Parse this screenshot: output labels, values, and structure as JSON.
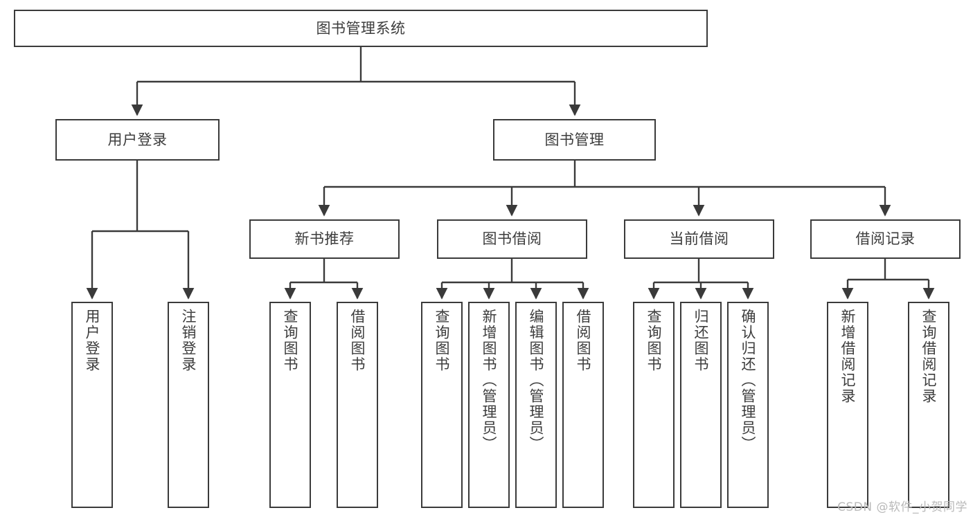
{
  "diagram": {
    "title": "图书管理系统",
    "type": "function-structure-tree",
    "watermark": "CSDN @软件_小贺同学",
    "colors": {
      "stroke": "#3a3a3a",
      "text": "#3c3c3c",
      "background": "#ffffff",
      "watermark": "#b9b9b9"
    },
    "root": {
      "label": "图书管理系统"
    },
    "level1": [
      {
        "label": "用户登录"
      },
      {
        "label": "图书管理"
      }
    ],
    "level2": [
      {
        "label": "新书推荐"
      },
      {
        "label": "图书借阅"
      },
      {
        "label": "当前借阅"
      },
      {
        "label": "借阅记录"
      }
    ],
    "leaves": {
      "user_login": [
        {
          "label": "用户登录"
        },
        {
          "label": "注销登录"
        }
      ],
      "new_book": [
        {
          "label": "查询图书"
        },
        {
          "label": "借阅图书"
        }
      ],
      "book_borrow": [
        {
          "label": "查询图书"
        },
        {
          "label": "新增图书（管理员）"
        },
        {
          "label": "编辑图书（管理员）"
        },
        {
          "label": "借阅图书"
        }
      ],
      "current_borrow": [
        {
          "label": "查询图书"
        },
        {
          "label": "归还图书"
        },
        {
          "label": "确认归还（管理员）"
        }
      ],
      "borrow_record": [
        {
          "label": "新增借阅记录"
        },
        {
          "label": "查询借阅记录"
        }
      ]
    }
  }
}
